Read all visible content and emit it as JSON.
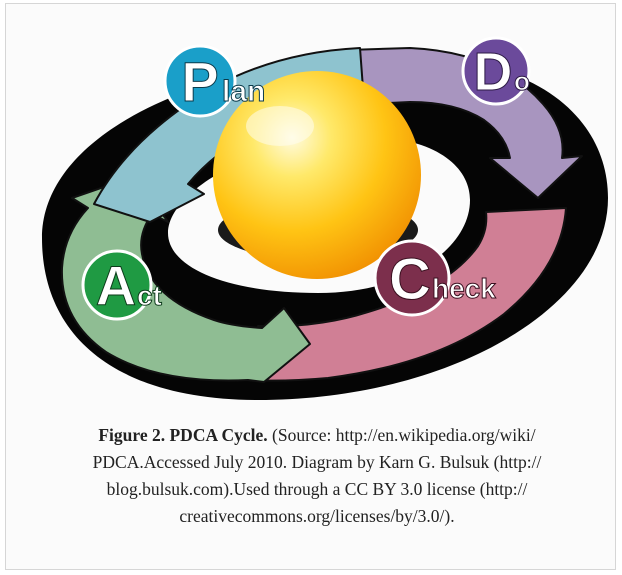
{
  "diagram": {
    "stages": [
      {
        "letter": "P",
        "rest": "lan",
        "color": "#1a9fc9",
        "arc_color": "#8ec3cf"
      },
      {
        "letter": "D",
        "rest": "o",
        "color": "#6b4a9b",
        "arc_color": "#a895bf"
      },
      {
        "letter": "C",
        "rest": "heck",
        "color": "#7c2f4c",
        "arc_color": "#d07f95"
      },
      {
        "letter": "A",
        "rest": "ct",
        "color": "#1f9a43",
        "arc_color": "#8fbd93"
      }
    ],
    "sphere_color": "#f7c21a"
  },
  "caption": {
    "label": "Figure 2. PDCA Cycle.",
    "line1_rest": " (Source: http://en.wikipedia.org/wiki/",
    "line2": "PDCA.Accessed July 2010. Diagram by Karn G. Bulsuk (http://",
    "line3": "blog.bulsuk.com).Used through a CC BY 3.0 license (http://",
    "line4": "creativecommons.org/licenses/by/3.0/)."
  }
}
